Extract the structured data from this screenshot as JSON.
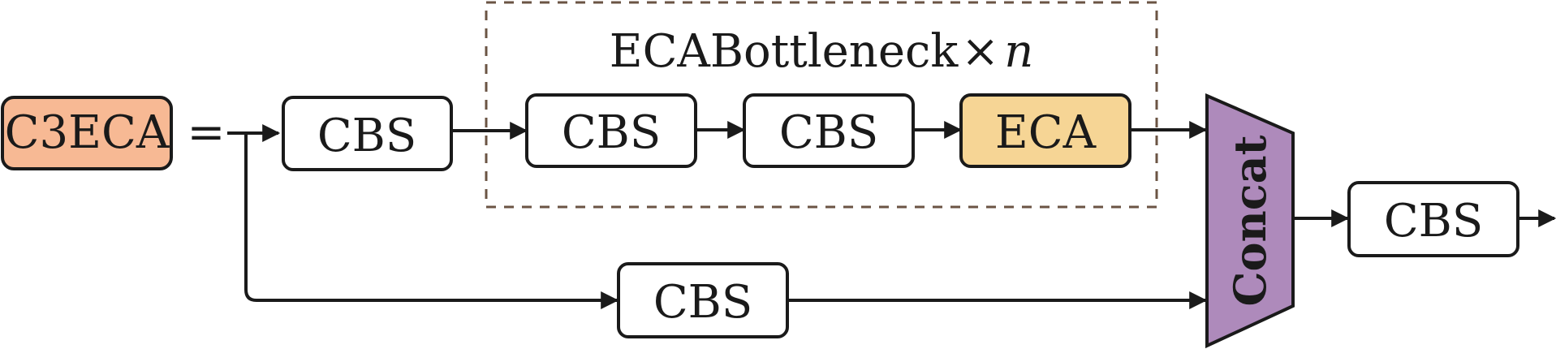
{
  "diagram": {
    "module_name": "C3ECA",
    "equals": "=",
    "group_title": "ECABottleneck",
    "group_times": "×",
    "group_var": "n",
    "blocks": {
      "cbs_input": "CBS",
      "cbs_bottleneck_1": "CBS",
      "cbs_bottleneck_2": "CBS",
      "eca": "ECA",
      "cbs_bypass": "CBS",
      "concat": "Concat",
      "cbs_output": "CBS"
    },
    "colors": {
      "module_fill": "#f7b994",
      "eca_fill": "#f6d595",
      "concat_fill": "#ae8abb",
      "stroke": "#1a1a1a",
      "dashed_border": "#6b5444",
      "block_fill": "#ffffff"
    }
  }
}
